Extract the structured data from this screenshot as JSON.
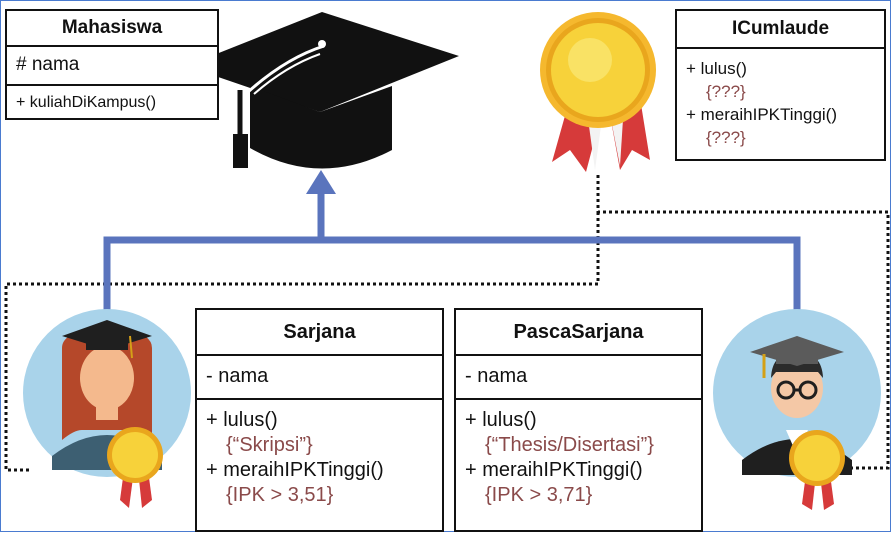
{
  "colors": {
    "inheritance": "#5a74bd",
    "realization": "#111111",
    "constraint": "#8a4a4a",
    "avatar_bg": "#a9d3ea",
    "medal_gold": "#f1c40f",
    "ribbon_red": "#d63a3a"
  },
  "icons": [
    "graduation-cap-icon",
    "medal-icon",
    "female-graduate-avatar",
    "male-graduate-avatar"
  ],
  "mahasiswa": {
    "title": "Mahasiswa",
    "attribute": "# nama",
    "method": "+ kuliahDiKampus()"
  },
  "icumlaude": {
    "title": "ICumlaude",
    "method1": "+ lulus()",
    "cons1": "{???}",
    "method2": "+ meraihIPKTinggi()",
    "cons2": "{???}"
  },
  "sarjana": {
    "title": "Sarjana",
    "attribute": "- nama",
    "method1": "+ lulus()",
    "cons1": "{“Skripsi”}",
    "method2": "+ meraihIPKTinggi()",
    "cons2": "{IPK > 3,51}"
  },
  "pascasarjana": {
    "title": "PascaSarjana",
    "attribute": "- nama",
    "method1": "+ lulus()",
    "cons1": "{“Thesis/Disertasi”}",
    "method2": "+ meraihIPKTinggi()",
    "cons2": "{IPK > 3,71}"
  }
}
